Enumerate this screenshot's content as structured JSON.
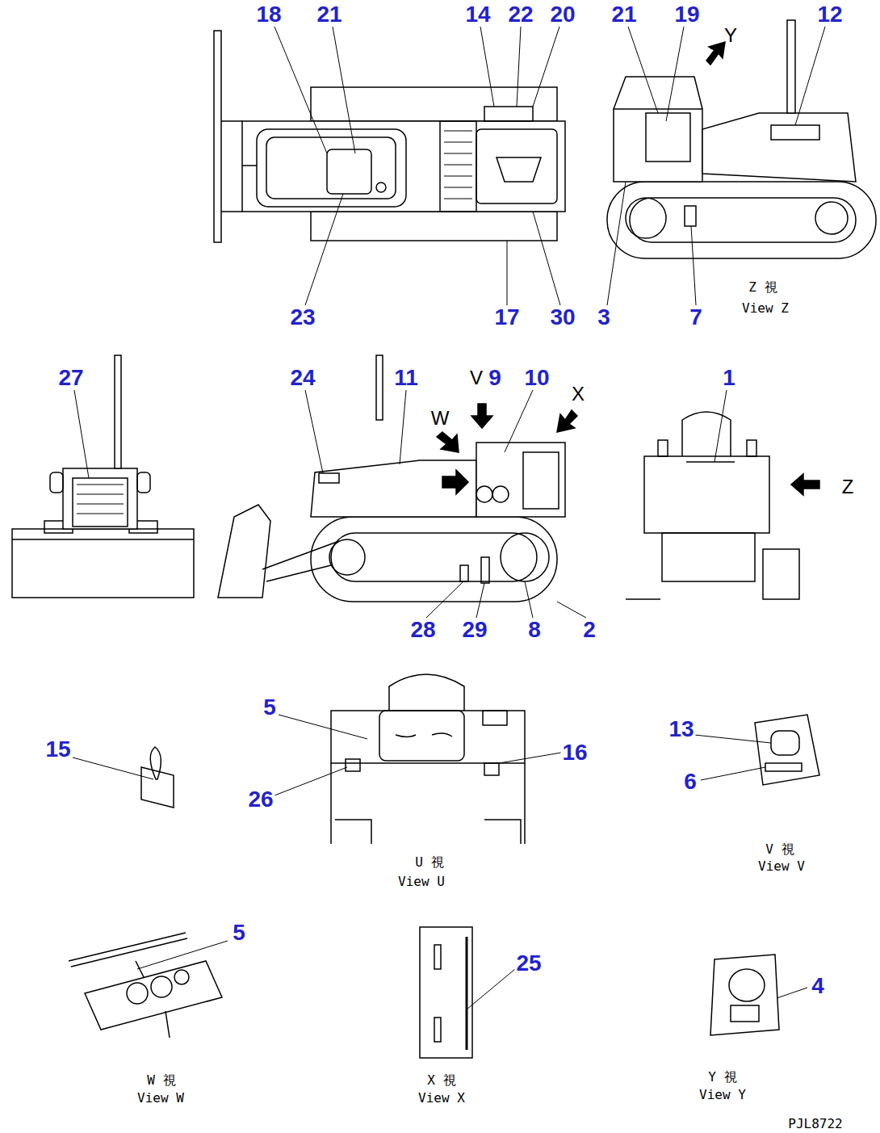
{
  "diagram": {
    "labels": [
      "18",
      "21",
      "14",
      "22",
      "20",
      "21",
      "19",
      "Y",
      "12",
      "23",
      "17",
      "30",
      "3",
      "7",
      "Z 視",
      "View Z",
      "27",
      "24",
      "11",
      "V",
      "9",
      "10",
      "X",
      "1",
      "W",
      "Z",
      "28",
      "29",
      "8",
      "2",
      "5",
      "13",
      "15",
      "16",
      "6",
      "26",
      "V 視",
      "U 視",
      "View V",
      "View U",
      "5",
      "25",
      "4",
      "Y 視",
      "W 視",
      "X 視",
      "View Y",
      "View W",
      "View X",
      "PJL8722"
    ]
  }
}
